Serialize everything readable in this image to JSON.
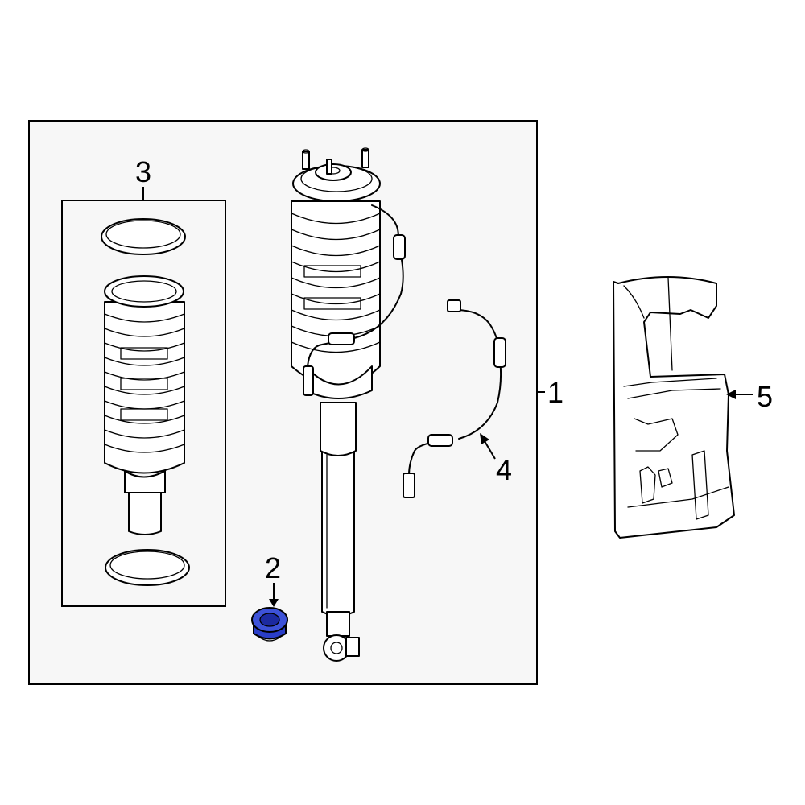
{
  "callouts": {
    "c1": "1",
    "c2": "2",
    "c3": "3",
    "c4": "4",
    "c5": "5"
  },
  "colors": {
    "panel_background": "#f7f7f7",
    "highlight_part": "#2a3ec8",
    "line": "#000000"
  },
  "parts": [
    {
      "callout": "1",
      "icon": "air-strut-assembly-icon"
    },
    {
      "callout": "2",
      "icon": "bushing-icon",
      "highlighted": true
    },
    {
      "callout": "3",
      "icon": "air-spring-kit-icon"
    },
    {
      "callout": "4",
      "icon": "sensor-wire-harness-icon"
    },
    {
      "callout": "5",
      "icon": "heat-shield-icon"
    }
  ]
}
